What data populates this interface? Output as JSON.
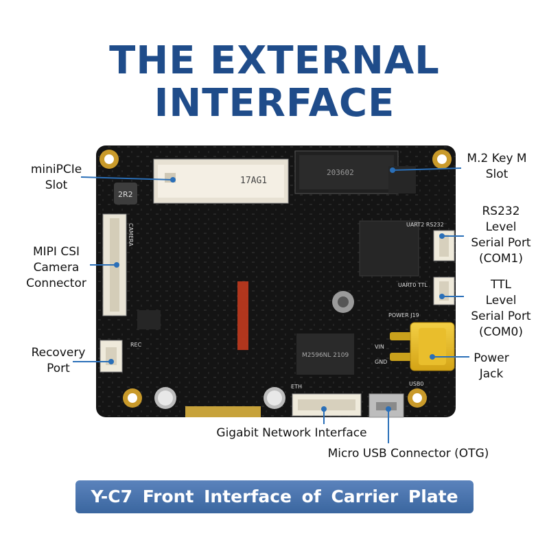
{
  "title": {
    "line1": "THE EXTERNAL",
    "line2": "INTERFACE"
  },
  "labels": {
    "minipcie_line1": "miniPCIe",
    "minipcie_line2": "Slot",
    "m2_line1": "M.2 Key M",
    "m2_line2": "Slot",
    "mipi_line1": "MIPI CSI",
    "mipi_line2": "Camera",
    "mipi_line3": "Connector",
    "rs232_line1": "RS232",
    "rs232_line2": "Level",
    "rs232_line3": "Serial Port",
    "rs232_line4": "(COM1)",
    "ttl_line1": "TTL",
    "ttl_line2": "Level",
    "ttl_line3": "Serial Port",
    "ttl_line4": "(COM0)",
    "recovery_line1": "Recovery",
    "recovery_line2": "Port",
    "power_line1": "Power",
    "power_line2": "Jack",
    "gigabit": "Gigabit Network Interface",
    "usb": "Micro USB Connector (OTG)"
  },
  "board_silkscreen": {
    "minipcie_marking": "17AG1",
    "m2_marking": "203602",
    "inductor_marking": "2R2",
    "camera": "CAMERA",
    "uart2": "UART2 RS232",
    "uart0": "UART0 TTL",
    "power": "POWER J19",
    "rec": "REC",
    "vin": "VIN",
    "gnd": "GND",
    "usb0": "USB0",
    "eth": "ETH",
    "transformer": "M2596NL 2109"
  },
  "banner": "Y-C7 Front Interface of Carrier Plate",
  "colors": {
    "title": "#1f4c8a",
    "pointer": "#2a6fb8",
    "board": "#141414",
    "banner": "#4a76b0"
  }
}
